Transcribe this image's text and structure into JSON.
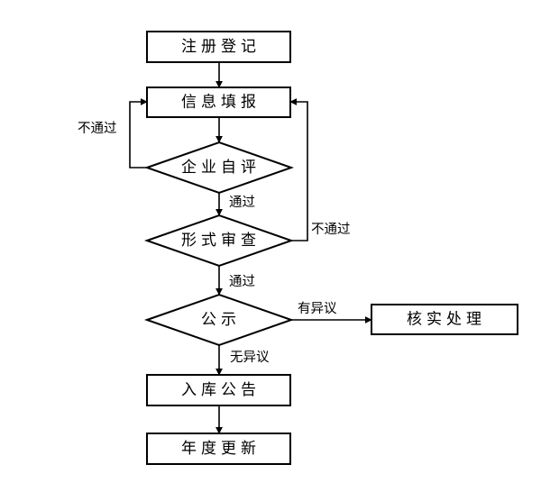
{
  "diagram": {
    "nodes": {
      "register": "注册登记",
      "fill_info": "信息填报",
      "self_eval": "企业自评",
      "form_review": "形式审查",
      "publicity": "公示",
      "verify": "核实处理",
      "warehouse": "入库公告",
      "annual_update": "年度更新"
    },
    "edges": {
      "self_eval_fail": "不通过",
      "self_eval_pass": "通过",
      "form_review_fail": "不通过",
      "form_review_pass": "通过",
      "objection": "有异议",
      "no_objection": "无异议"
    }
  }
}
